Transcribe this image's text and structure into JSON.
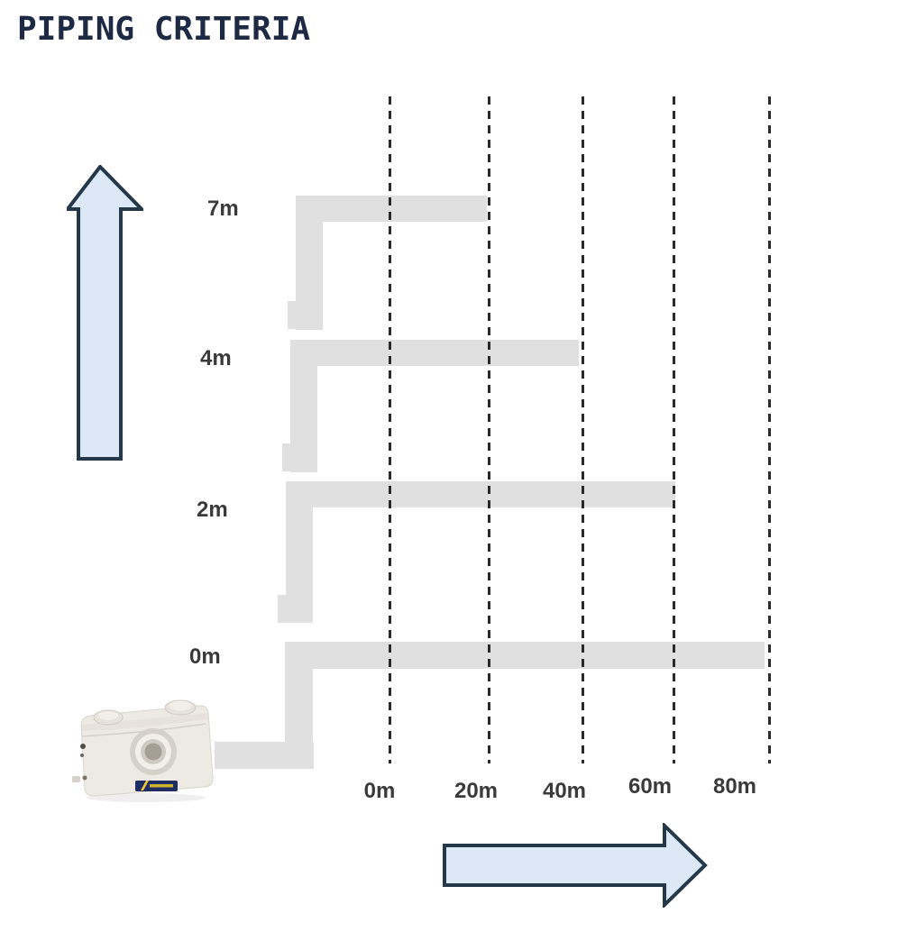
{
  "title": "PIPING CRITERIA",
  "diagram": {
    "height_labels": [
      "7m",
      "4m",
      "2m",
      "0m"
    ],
    "distance_labels": [
      "0m",
      "20m",
      "40m",
      "60m",
      "80m"
    ],
    "icons": [
      "up-arrow-icon",
      "right-arrow-icon",
      "macerator-pump-image"
    ]
  },
  "chart_data": {
    "type": "diagram",
    "title": "PIPING CRITERIA",
    "y_ticks": [
      "7m",
      "4m",
      "2m",
      "0m"
    ],
    "x_ticks": [
      "0m",
      "20m",
      "40m",
      "60m",
      "80m"
    ],
    "series": [
      {
        "vertical_height": "7m",
        "horizontal_run": "20m"
      },
      {
        "vertical_height": "4m",
        "horizontal_run": "40m"
      },
      {
        "vertical_height": "2m",
        "horizontal_run": "60m"
      },
      {
        "vertical_height": "0m",
        "horizontal_run": "80m"
      }
    ],
    "grid": "dashed vertical lines at each 20m distance",
    "legend_position": "none"
  },
  "colors": {
    "title_text": "#1e2a44",
    "pipe_gray": "#e0e0e0",
    "arrow_fill": "#dce8f5",
    "arrow_stroke": "#24384a",
    "label_text": "#3a3a3a",
    "gridline": "#2a2a2a",
    "background": "#ffffff"
  }
}
